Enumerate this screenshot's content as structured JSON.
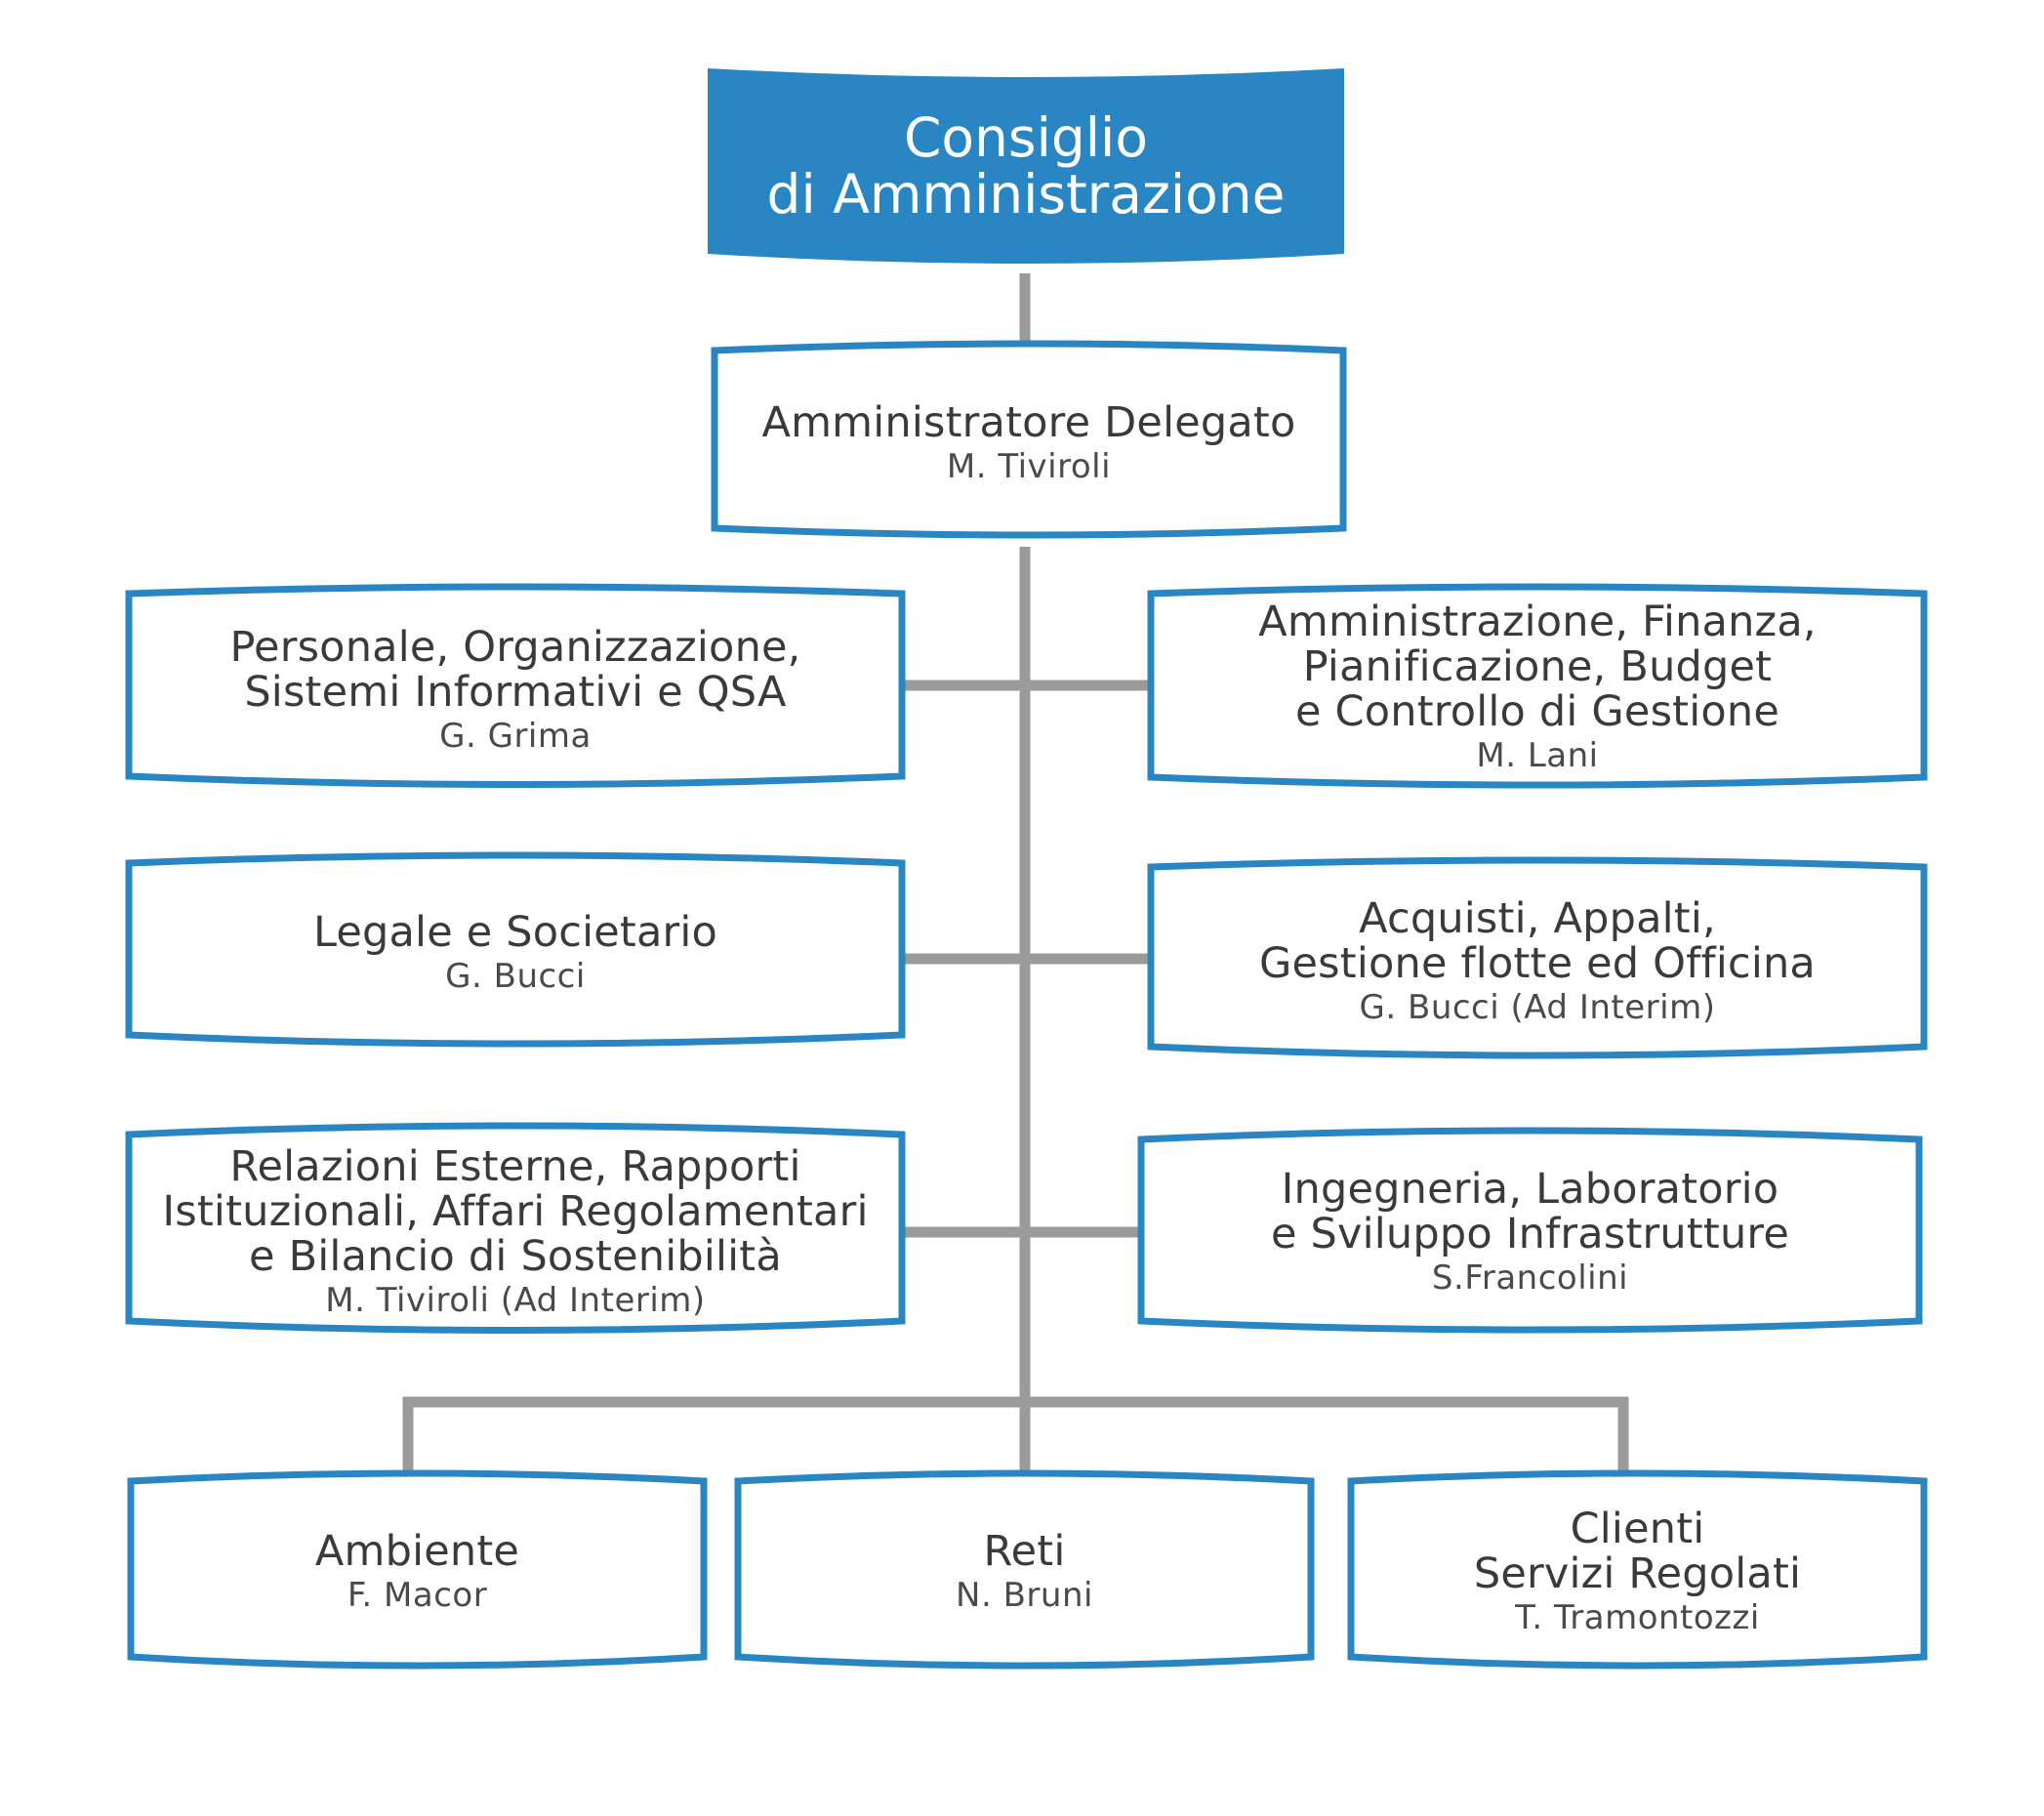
{
  "colors": {
    "accent": "#2a86c2",
    "connector": "#9b9b9b",
    "text": "#3a3a3c"
  },
  "board": {
    "title": "Consiglio\ndi Amministrazione"
  },
  "ceo": {
    "title": "Amministratore Delegato",
    "name": "M. Tiviroli"
  },
  "left": [
    {
      "title": "Personale, Organizzazione,\nSistemi Informativi e QSA",
      "name": "G. Grima"
    },
    {
      "title": "Legale e Societario",
      "name": "G. Bucci"
    },
    {
      "title": "Relazioni Esterne, Rapporti\nIstituzionali, Affari Regolamentari\ne Bilancio di Sostenibilità",
      "name": "M. Tiviroli (Ad Interim)"
    }
  ],
  "right": [
    {
      "title": "Amministrazione, Finanza,\nPianificazione, Budget\ne Controllo di Gestione",
      "name": "M. Lani"
    },
    {
      "title": "Acquisti, Appalti,\nGestione flotte ed Officina",
      "name": "G. Bucci (Ad Interim)"
    },
    {
      "title": "Ingegneria, Laboratorio\ne Sviluppo Infrastrutture",
      "name": "S.Francolini"
    }
  ],
  "bottom": [
    {
      "title": "Ambiente",
      "name": "F. Macor"
    },
    {
      "title": "Reti",
      "name": "N. Bruni"
    },
    {
      "title": "Clienti\nServizi Regolati",
      "name": "T. Tramontozzi"
    }
  ]
}
